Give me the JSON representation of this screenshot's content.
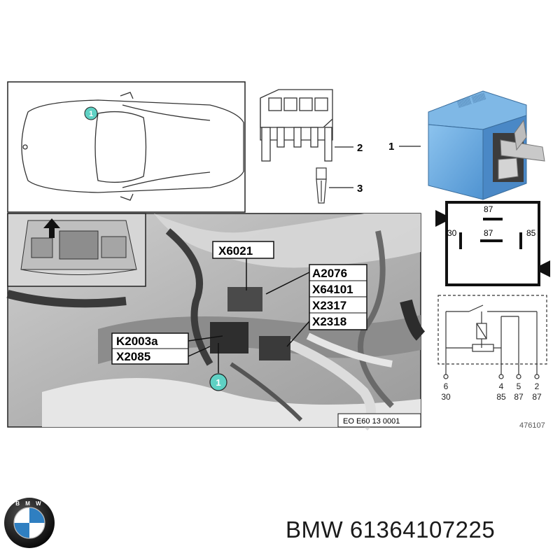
{
  "diagram": {
    "callouts": {
      "relay": "1",
      "socket": "2",
      "terminal": "3",
      "marker_car": "1",
      "marker_photo": "1"
    },
    "photo_labels": {
      "x6021": "X6021",
      "a2076": "A2076",
      "x64101": "X64101",
      "x2317": "X2317",
      "x2318": "X2318",
      "k2003a": "K2003a",
      "x2085": "X2085"
    },
    "photo_caption": "EO E60 13 0001",
    "pinout": {
      "top": "87",
      "left": "30",
      "center": "87",
      "right": "85"
    },
    "schematic_pins": [
      {
        "num": "6",
        "term": "30"
      },
      {
        "num": "4",
        "term": "85"
      },
      {
        "num": "5",
        "term": "87"
      },
      {
        "num": "2",
        "term": "87"
      }
    ],
    "figure_id": "476107",
    "relay_label_color": "#6fa6dc"
  },
  "footer": {
    "brand": "BMW",
    "part_number": "61364107225"
  },
  "logo": {
    "letters": "BMW",
    "colors": {
      "blue": "#2f7fc1",
      "white": "#ffffff",
      "ring": "#111111"
    }
  }
}
